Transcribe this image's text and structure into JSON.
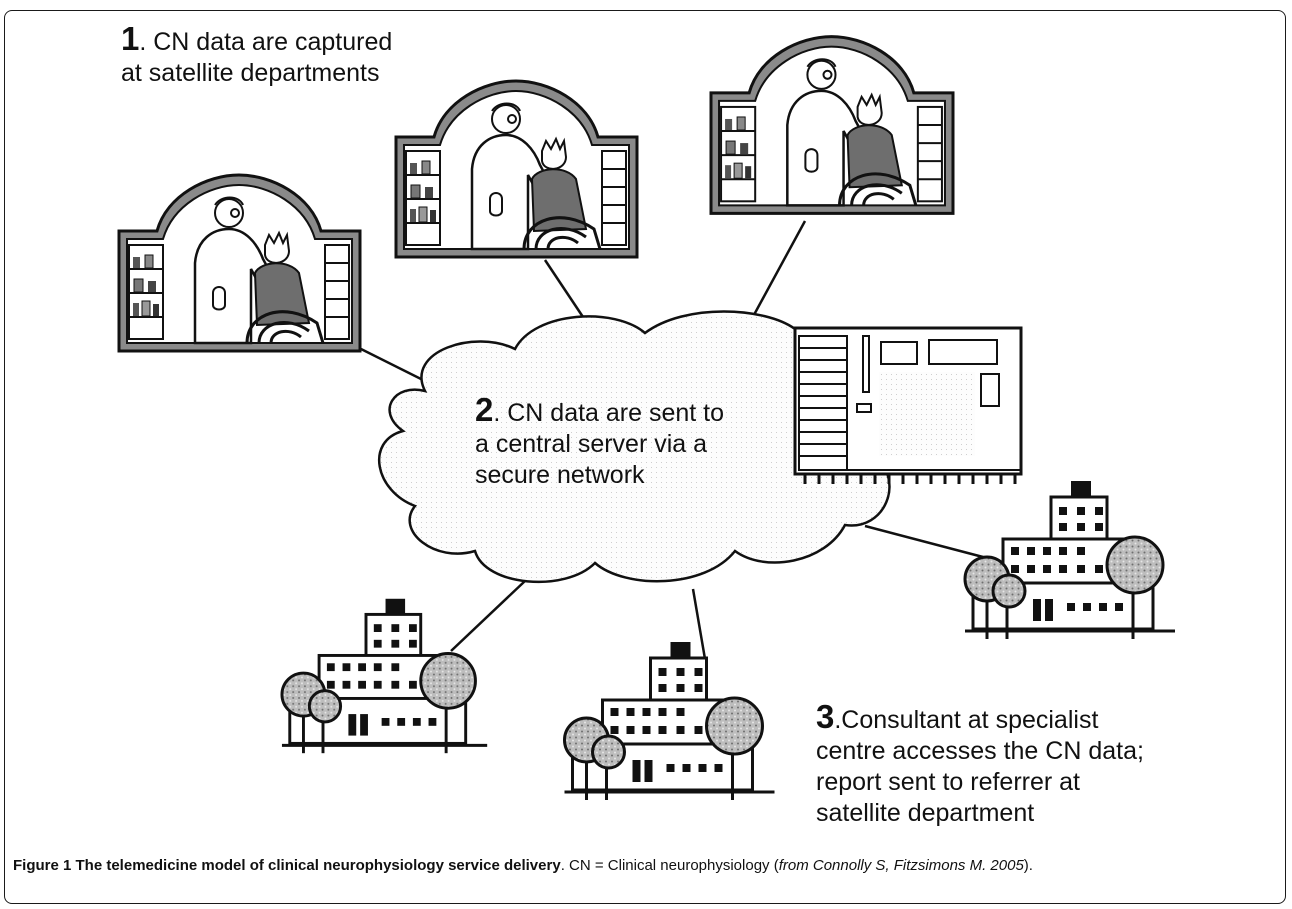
{
  "diagram": {
    "step1": {
      "number": "1",
      "text_line1": ". CN data are captured",
      "text_line2": "at satellite departments"
    },
    "step2": {
      "number": "2",
      "text_line1": ". CN data are sent to",
      "text_line2": "a central server via a",
      "text_line3": "secure network"
    },
    "step3": {
      "number": "3",
      "text_line1": ".Consultant at specialist",
      "text_line2": "centre accesses the CN data;",
      "text_line3": "report sent to referrer at",
      "text_line4": "satellite department"
    },
    "icons": {
      "clinics": [
        "clinic-icon",
        "clinic-icon",
        "clinic-icon"
      ],
      "server": "server-icon",
      "network": "cloud-icon",
      "hospitals": [
        "hospital-icon",
        "hospital-icon",
        "hospital-icon"
      ]
    }
  },
  "caption": {
    "title": "Figure 1 The telemedicine model of clinical neurophysiology service delivery",
    "body": ". CN = Clinical neurophysiology (",
    "source": "from Connolly S, Fitzsimons M. 2005",
    "end": ")."
  }
}
